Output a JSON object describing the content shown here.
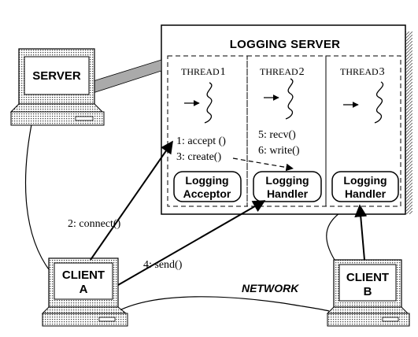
{
  "logging_server": {
    "title": "LOGGING SERVER",
    "threads": [
      {
        "label": "THREAD",
        "number": "1"
      },
      {
        "label": "THREAD",
        "number": "2"
      },
      {
        "label": "THREAD",
        "number": "3"
      }
    ],
    "thread1_steps": [
      "1: accept ()",
      "3: create()"
    ],
    "thread2_steps": [
      "5: recv()",
      "6: write()"
    ],
    "components": [
      {
        "line1": "Logging",
        "line2": "Acceptor"
      },
      {
        "line1": "Logging",
        "line2": "Handler"
      },
      {
        "line1": "Logging",
        "line2": "Handler"
      }
    ]
  },
  "machines": {
    "server": "SERVER",
    "client_a": {
      "line1": "CLIENT",
      "line2": "A"
    },
    "client_b": {
      "line1": "CLIENT",
      "line2": "B"
    }
  },
  "messages": {
    "connect": "2: connect()",
    "send": "4: send()"
  },
  "network_label": "NETWORK",
  "colors": {
    "ink": "#000000",
    "hatch": "#666666",
    "paper": "#ffffff"
  }
}
